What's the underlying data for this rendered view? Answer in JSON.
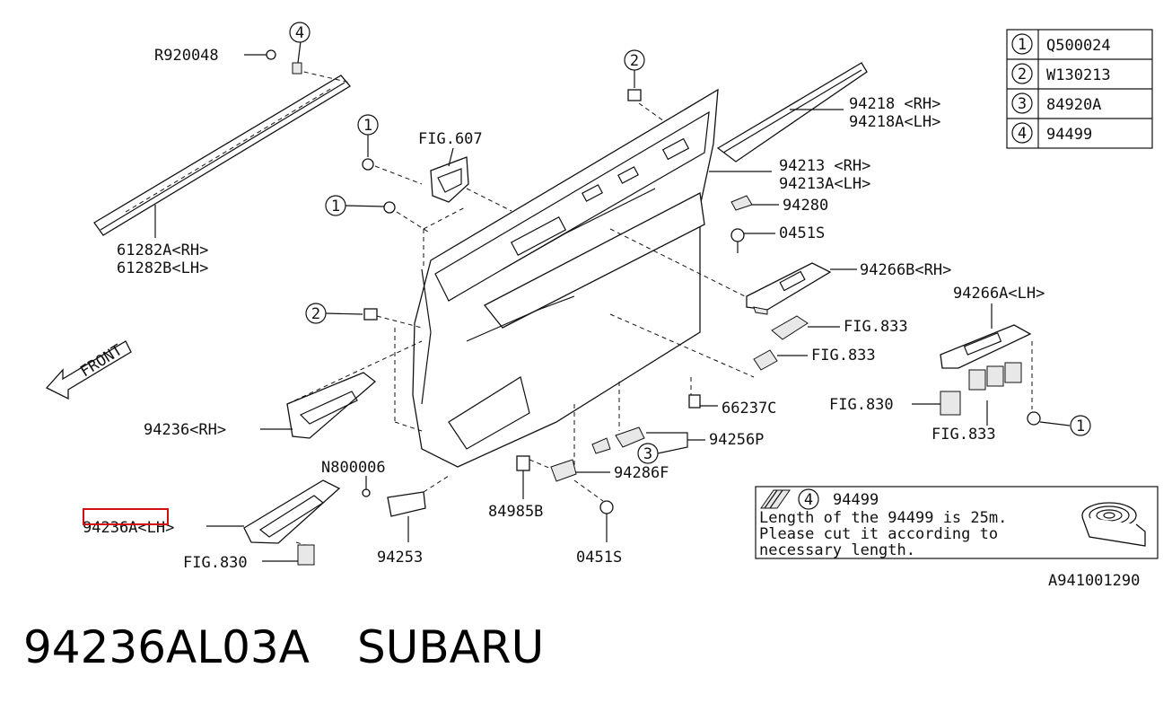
{
  "legend": [
    {
      "num": "1",
      "code": "Q500024"
    },
    {
      "num": "2",
      "code": "W130213"
    },
    {
      "num": "3",
      "code": "84920A"
    },
    {
      "num": "4",
      "code": "94499"
    }
  ],
  "labels": {
    "r920048": "R920048",
    "fig607": "FIG.607",
    "l61282a": "61282A<RH>",
    "l61282b": "61282B<LH>",
    "l94218": "94218 <RH>",
    "l94218a": "94218A<LH>",
    "l94213": "94213 <RH>",
    "l94213a": "94213A<LH>",
    "l94280": "94280",
    "l0451s_a": "0451S",
    "l94266b": "94266B<RH>",
    "l94266a": "94266A<LH>",
    "fig833_a": "FIG.833",
    "fig833_b": "FIG.833",
    "fig830_a": "FIG.830",
    "fig833_c": "FIG.833",
    "l66237c": "66237C",
    "l94256p": "94256P",
    "l94286f": "94286F",
    "front": "FRONT",
    "l94236rh": "94236<RH>",
    "n800006": "N800006",
    "l94236lh": "94236A<LH>",
    "fig830_b": "FIG.830",
    "l94253": "94253",
    "l84985b": "84985B",
    "l0451s_b": "0451S",
    "callout_1a": "1",
    "callout_1b": "1",
    "callout_1c": "1",
    "callout_2a": "2",
    "callout_2b": "2",
    "callout_3": "3",
    "callout_4a": "4"
  },
  "note": {
    "num": "4",
    "part": "94499",
    "line1": "Length of the 94499 is 25m.",
    "line2": "Please cut it according to",
    "line3": "necessary length."
  },
  "diagram_id": "A941001290",
  "footer": {
    "part_number": "94236AL03A",
    "brand": "SUBARU"
  },
  "colors": {
    "highlight": "#d01010",
    "ink": "#111111"
  }
}
